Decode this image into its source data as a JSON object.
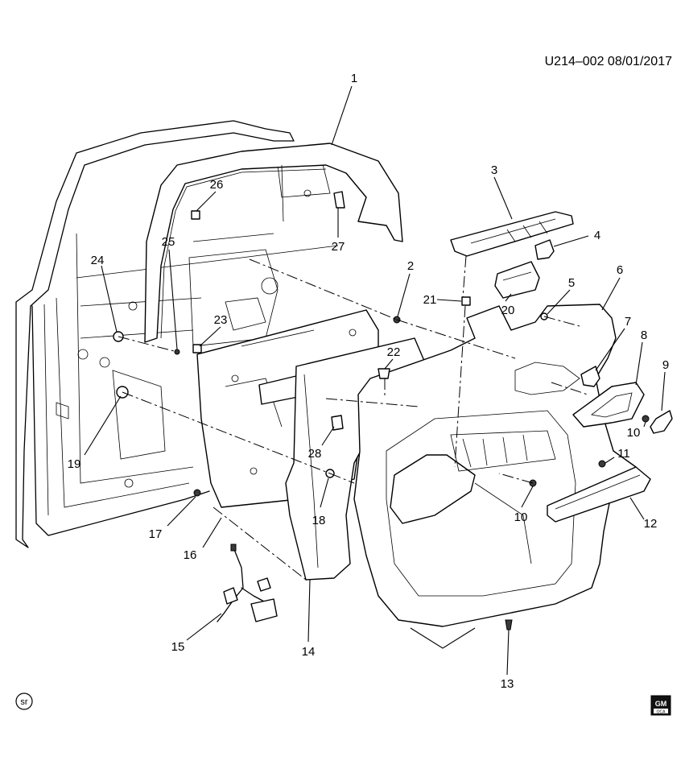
{
  "diagram_ref": "U214–002  08/01/2017",
  "sr_badge": "sr",
  "logo": {
    "line1": "GM",
    "line2": "OCA"
  },
  "callouts": [
    "1",
    "2",
    "3",
    "4",
    "5",
    "6",
    "7",
    "8",
    "9",
    "10",
    "10",
    "11",
    "12",
    "13",
    "14",
    "15",
    "16",
    "17",
    "18",
    "19",
    "20",
    "21",
    "22",
    "23",
    "24",
    "25",
    "26",
    "27",
    "28"
  ]
}
